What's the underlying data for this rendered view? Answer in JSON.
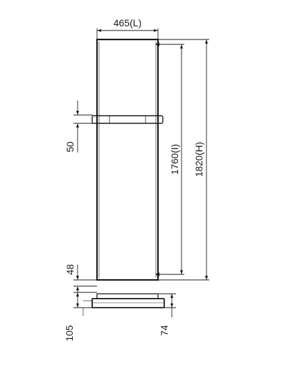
{
  "drawing": {
    "colors": {
      "line": "#1a1a1a",
      "background": "#ffffff"
    },
    "labels": {
      "width": "465(L)",
      "height_total": "1820(H)",
      "height_inner": "1760(I)",
      "bar_gap": "50",
      "bottom_gap": "48",
      "wall_depth": "105",
      "bracket_depth": "74"
    }
  }
}
